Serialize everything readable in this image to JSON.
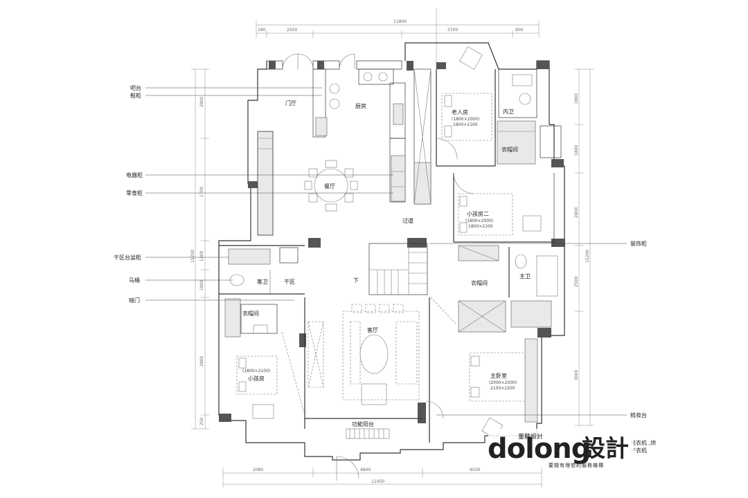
{
  "dimensions": {
    "top_total": "11800",
    "top_segs": [
      "180",
      "2500",
      "3700",
      "900"
    ],
    "bottom_total": "11450",
    "bottom_segs": [
      "2080",
      "4840",
      "4030"
    ],
    "left_segs": [
      "2800",
      "1700",
      "1300",
      "1800",
      "2900",
      "250"
    ],
    "right_segs": [
      "2800",
      "1800",
      "2800",
      "2500",
      "3000"
    ],
    "right_total": "15200",
    "left_total": "15200"
  },
  "rooms": {
    "foyer": "门厅",
    "kitchen": "厨房",
    "dining": "餐厅",
    "corridor": "过道",
    "elder_room": "老人房",
    "elder_bed": "(1800×2000)",
    "elder_bed2": "1800×2100",
    "inner_bath": "内卫",
    "closet_1": "衣帽间",
    "kids_room_2": "小孩房二",
    "kids_bed_2": "(1800×2000)",
    "kids_bed_2b": "1800×2100",
    "guest_bath": "客卫",
    "dry_area": "干区",
    "down": "下",
    "closet_2": "衣帽间",
    "master_bath": "主卫",
    "closet_3": "衣帽间",
    "living": "客厅",
    "kids_room": "小孩房",
    "kids_bed": "(1800×2100)",
    "master_room": "主卧室",
    "master_bed": "(2000×2000)",
    "master_bed2": "2100×2200",
    "balcony": "功能阳台"
  },
  "callouts_left": {
    "bar": "吧台",
    "shoe": "鞋柜",
    "appliance": "电器柜",
    "snack": "零食柜",
    "basin": "干区台盆柜",
    "toilet": "马桶",
    "hidden_door": "暗门"
  },
  "callouts_right": {
    "decor": "装饰柜",
    "vanity": "梳妆台",
    "washer": "洗衣机 ,烘",
    "washer2": "干衣机"
  },
  "logo": {
    "latin": "dolong",
    "cn_small": "董龍設計",
    "cn_big": "設計",
    "tagline": "要閱有理想的服務機構"
  }
}
